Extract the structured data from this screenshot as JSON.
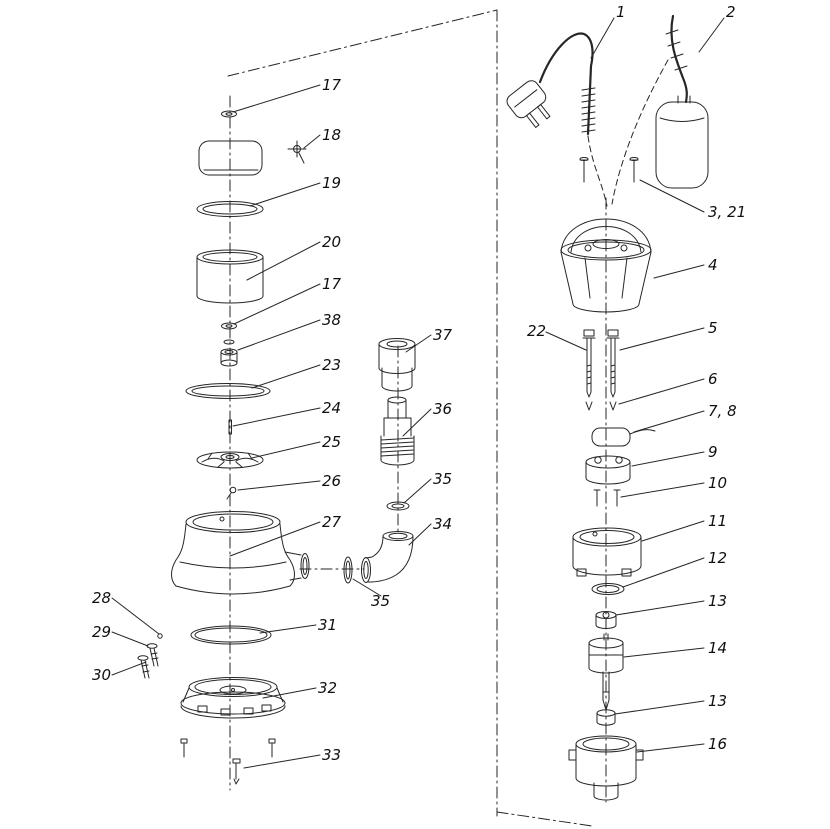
{
  "colors": {
    "background": "#ffffff",
    "line": "#262626",
    "label": "#101010"
  },
  "callouts": {
    "left": [
      "17",
      "18",
      "19",
      "20",
      "17",
      "38",
      "23",
      "24",
      "25",
      "26",
      "27",
      "31",
      "32",
      "33"
    ],
    "left_side": [
      "28",
      "29",
      "30"
    ],
    "discharge": [
      "37",
      "36",
      "35",
      "34",
      "35"
    ],
    "right": [
      "1",
      "2",
      "3, 21",
      "4",
      "22",
      "5",
      "6",
      "7, 8",
      "9",
      "10",
      "11",
      "12",
      "13",
      "14",
      "13",
      "16"
    ]
  }
}
